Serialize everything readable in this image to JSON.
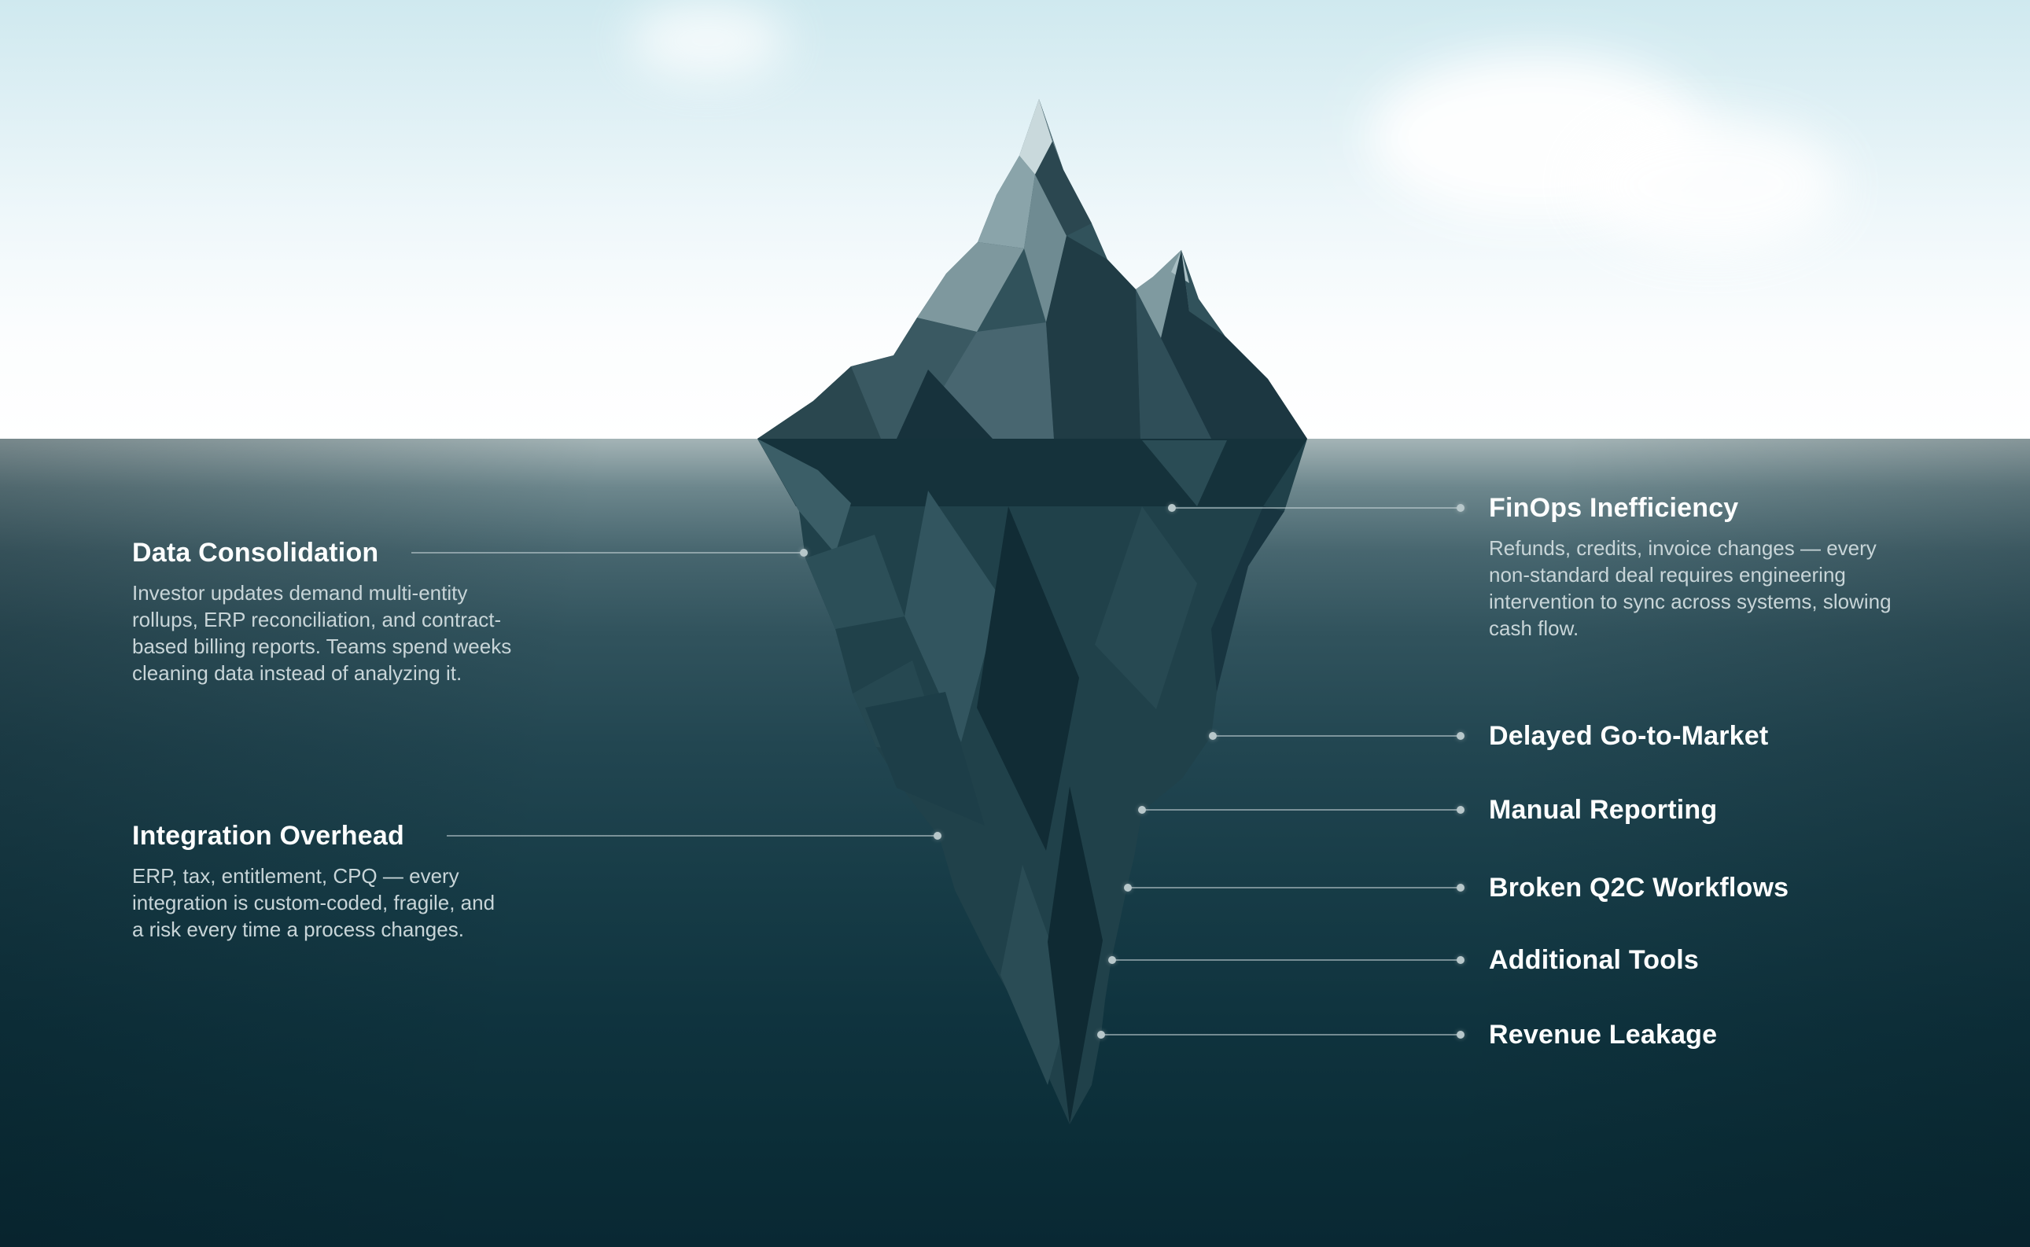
{
  "left_labels": [
    {
      "title": "Data Consolidation",
      "description": "Investor updates demand multi-entity rollups, ERP reconciliation, and contract-based billing reports. Teams spend weeks cleaning data instead of analyzing it."
    },
    {
      "title": "Integration Overhead",
      "description": "ERP, tax, entitlement, CPQ — every integration is custom-coded, fragile, and a risk every time a process changes."
    }
  ],
  "right_labels": [
    {
      "title": "FinOps Inefficiency",
      "description": "Refunds, credits, invoice changes — every non-standard deal requires engineering intervention to sync across systems, slowing cash flow."
    },
    {
      "title": "Delayed Go-to-Market"
    },
    {
      "title": "Manual Reporting"
    },
    {
      "title": "Broken Q2C Workflows"
    },
    {
      "title": "Additional Tools"
    },
    {
      "title": "Revenue Leakage"
    }
  ],
  "colors": {
    "sky_top": "#cfe9ef",
    "water_surface": "#a4b4b6",
    "water_deep": "#092833",
    "iceberg_light": "#c9d9dc",
    "iceberg_mid": "#31525b",
    "iceberg_dark": "#0f2a33",
    "heading_text": "#fdfefe",
    "body_text": "#c8d5d8",
    "connector_line": "#c8d6d9",
    "connector_dot": "#b7c7ca"
  }
}
